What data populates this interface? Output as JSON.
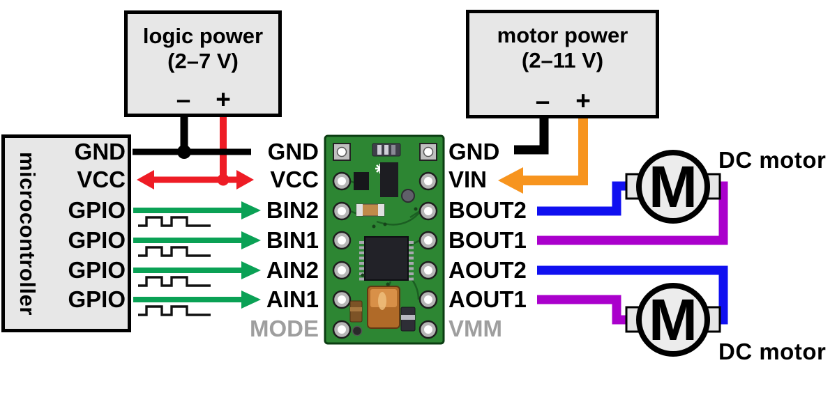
{
  "logic_power": {
    "title": "logic power",
    "range": "(2–7 V)",
    "minus": "–",
    "plus": "+"
  },
  "motor_power": {
    "title": "motor power",
    "range": "(2–11 V)",
    "minus": "–",
    "plus": "+"
  },
  "microcontroller": {
    "label": "microcontroller",
    "pins": [
      "GND",
      "VCC",
      "GPIO",
      "GPIO",
      "GPIO",
      "GPIO"
    ]
  },
  "driver_board": {
    "left_pins": [
      "GND",
      "VCC",
      "BIN2",
      "BIN1",
      "AIN2",
      "AIN1",
      "MODE"
    ],
    "right_pins": [
      "GND",
      "VIN",
      "BOUT2",
      "BOUT1",
      "AOUT2",
      "AOUT1",
      "VMM"
    ]
  },
  "motors": [
    {
      "symbol": "M",
      "label": "DC motor"
    },
    {
      "symbol": "M",
      "label": "DC motor"
    }
  ],
  "wire_colors": {
    "ground": "#000000",
    "logic_supply": "#ee1c25",
    "gpio_signal": "#0aa155",
    "motor_supply": "#f7941e",
    "motor_out_blue": "#1010f0",
    "motor_out_purple": "#aa00cc"
  }
}
